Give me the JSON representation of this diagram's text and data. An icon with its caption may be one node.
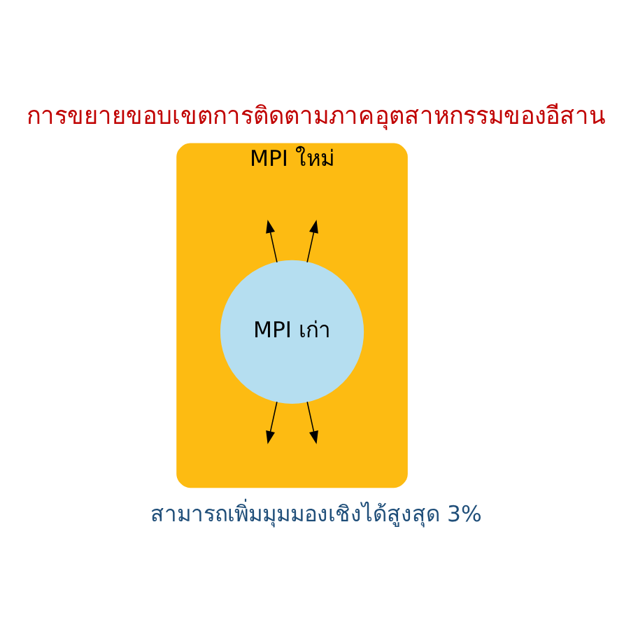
{
  "diagram": {
    "title": "การขยายขอบเขตการติดตามภาคอุตสาหกรรมของอีสาน",
    "caption": "สามารถเพิ่มมุมมองเชิงได้สูงสุด 3%",
    "nodes": [
      {
        "text": [
          "MPI ใหม่"
        ]
      },
      {
        "text": [
          "MPI เก่า"
        ],
        "in": 0
      }
    ],
    "edges": [
      {
        "from": 1,
        "to": null,
        "arrow": "to"
      },
      {
        "from": 1,
        "to": null,
        "arrow": "to"
      },
      {
        "from": 1,
        "to": null,
        "arrow": "to"
      },
      {
        "from": 1,
        "to": null,
        "arrow": "to"
      }
    ]
  }
}
